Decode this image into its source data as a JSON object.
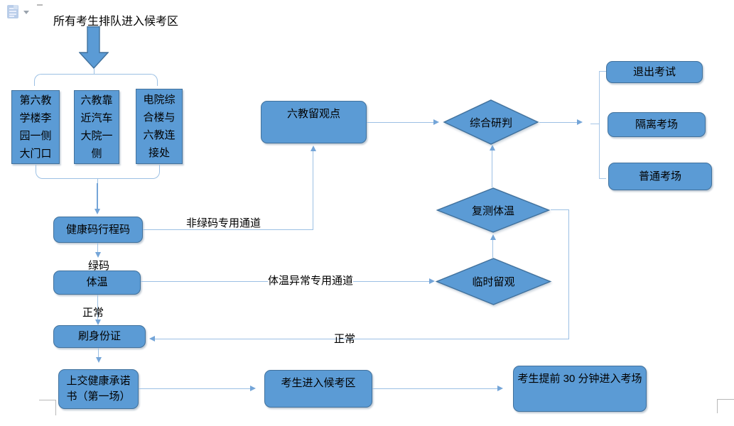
{
  "flowchart": {
    "start_label": "所有考生排队进入候考区",
    "entrance_boxes": [
      {
        "text": "第六教\n学楼李\n园一侧\n大门口"
      },
      {
        "text": "六教靠\n近汽车\n大院一\n侧"
      },
      {
        "text": "电院综\n合楼与\n六教连\n接处"
      }
    ],
    "health_code_box": "健康码行程码",
    "temperature_box": "体温",
    "id_check_box": "刷身份证",
    "commitment_box": "上交健康承诺\n书（第一场）",
    "waiting_box": "考生进入候考区",
    "room_box": "考生提前 30 分钟进入考场",
    "observation_box": "六教留观点",
    "judgment_diamond": "综合研判",
    "retest_diamond": "复测体温",
    "temp_hold_diamond": "临时留观",
    "outcome_boxes": [
      "退出考试",
      "隔离考场",
      "普通考场"
    ],
    "edge_labels": {
      "non_green": "非绿码专用通道",
      "green": "绿码",
      "normal_after_temp": "正常",
      "temp_abnormal": "体温异常专用通道",
      "normal_after_retest": "正常"
    }
  },
  "colors": {
    "shape_fill": "#5b9bd5",
    "shape_border": "#41719c",
    "connector_line": "#9cc0e4",
    "arrowhead": "#74a5d8",
    "text": "#000000"
  },
  "editor": {
    "paste_options_icon": "paste-options-icon"
  }
}
